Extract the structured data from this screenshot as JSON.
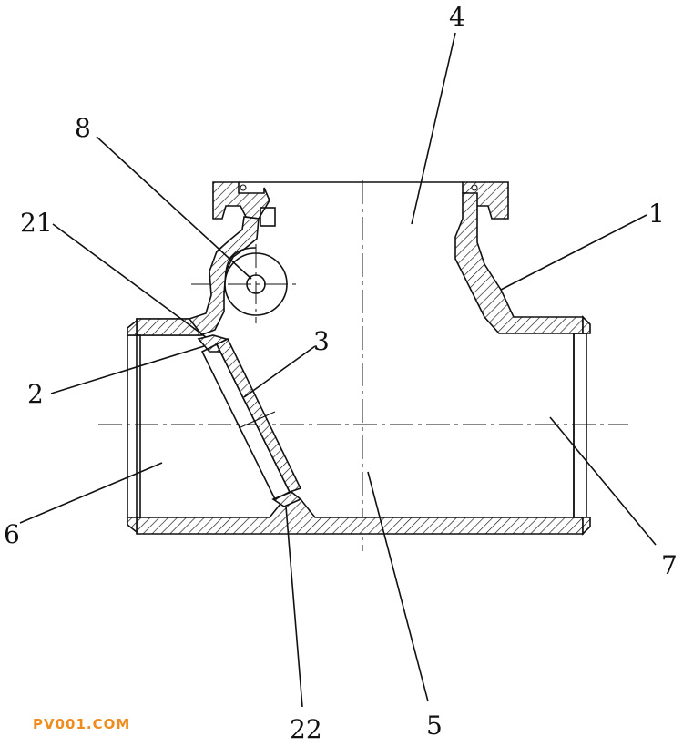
{
  "labels": {
    "l1": "1",
    "l2": "2",
    "l3": "3",
    "l4": "4",
    "l5": "5",
    "l6": "6",
    "l7": "7",
    "l8": "8",
    "l21": "21",
    "l22": "22"
  },
  "watermark": "PV001.COM"
}
